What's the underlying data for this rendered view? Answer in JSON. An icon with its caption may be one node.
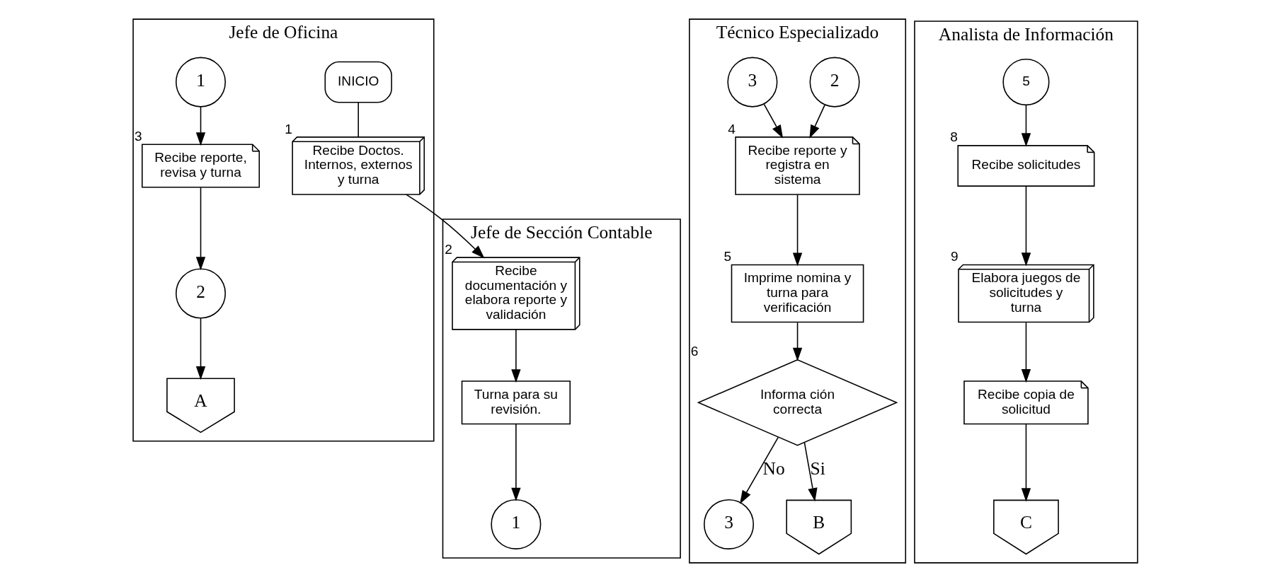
{
  "diagram": {
    "nodes": [
      {
        "text": [
          "Jefe de Oficina"
        ]
      },
      {
        "text": [
          "INICIO"
        ],
        "in": 0
      },
      {
        "text": [
          "Recibe Doctos. Internos, externos y turna"
        ],
        "in": 0,
        "beside": [
          "1"
        ]
      },
      {
        "text": [
          "1"
        ],
        "in": 0
      },
      {
        "text": [
          "Recibe reporte, revisa y turna"
        ],
        "in": 0,
        "beside": [
          "3"
        ]
      },
      {
        "text": [
          "2"
        ],
        "in": 0
      },
      {
        "text": [
          "A"
        ],
        "in": 0
      },
      {
        "text": [
          "Jefe de Sección Contable"
        ]
      },
      {
        "text": [
          "Recibe documentación y elabora reporte y validación"
        ],
        "in": 7,
        "beside": [
          "2"
        ]
      },
      {
        "text": [
          "Turna para su revisión."
        ],
        "in": 7
      },
      {
        "text": [
          "1"
        ],
        "in": 7
      },
      {
        "text": [
          "Técnico Especializado"
        ]
      },
      {
        "text": [
          "2"
        ],
        "in": 11
      },
      {
        "text": [
          "3"
        ],
        "in": 11
      },
      {
        "text": [
          "Recibe reporte y registra en sistema"
        ],
        "in": 11,
        "beside": [
          "4"
        ]
      },
      {
        "text": [
          "Imprime nomina y turna para verificación"
        ],
        "in": 11,
        "beside": [
          "5"
        ]
      },
      {
        "text": [
          "Informa ción correcta"
        ],
        "in": 11,
        "beside": [
          "6"
        ]
      },
      {
        "text": [
          "3"
        ],
        "in": 11
      },
      {
        "text": [
          "B"
        ],
        "in": 11
      },
      {
        "text": [
          "Analista de Información"
        ]
      },
      {
        "text": [
          "5"
        ],
        "in": 19
      },
      {
        "text": [
          "Recibe solicitudes"
        ],
        "in": 19,
        "beside": [
          "8"
        ]
      },
      {
        "text": [
          "Elabora juegos de solicitudes y turna"
        ],
        "in": 19,
        "beside": [
          "9"
        ]
      },
      {
        "text": [
          "Recibe copia de solicitud"
        ],
        "in": 19
      },
      {
        "text": [
          "C"
        ],
        "in": 19
      }
    ],
    "edges": [
      {
        "from": 1,
        "to": 2,
        "arrow": "none"
      },
      {
        "from": 2,
        "to": 8,
        "arrow": "to"
      },
      {
        "from": 8,
        "to": 9,
        "arrow": "to"
      },
      {
        "from": 9,
        "to": 10,
        "arrow": "to"
      },
      {
        "from": 3,
        "to": 4,
        "arrow": "to"
      },
      {
        "from": 4,
        "to": 5,
        "arrow": "to"
      },
      {
        "from": 5,
        "to": 6,
        "arrow": "to"
      },
      {
        "from": 12,
        "to": 14,
        "arrow": "to"
      },
      {
        "from": 13,
        "to": 14,
        "arrow": "to"
      },
      {
        "from": 14,
        "to": 15,
        "arrow": "to"
      },
      {
        "from": 15,
        "to": 16,
        "arrow": "to"
      },
      {
        "from": 16,
        "to": 17,
        "arrow": "to",
        "label": "No"
      },
      {
        "from": 16,
        "to": 18,
        "arrow": "to",
        "label": "Si"
      },
      {
        "from": 20,
        "to": 21,
        "arrow": "to"
      },
      {
        "from": 21,
        "to": 22,
        "arrow": "to"
      },
      {
        "from": 22,
        "to": 23,
        "arrow": "to"
      },
      {
        "from": 23,
        "to": 24,
        "arrow": "to"
      }
    ]
  }
}
